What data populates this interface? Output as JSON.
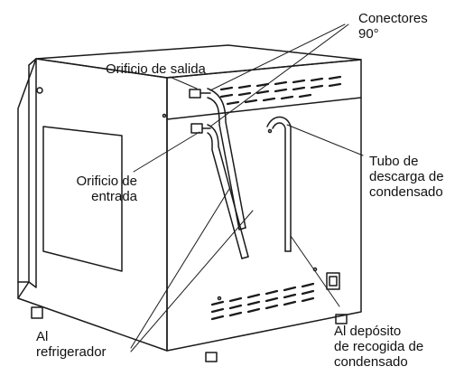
{
  "labels": {
    "conectores": "Conectores\n90°",
    "orificio_salida": "Orificio de salida",
    "orificio_entrada": "Orificio de\nentrada",
    "tubo_descarga": "Tubo de\ndescarga de\ncondensado",
    "al_refrigerador": "Al\nrefrigerador",
    "al_deposito": "Al depósito\nde recogida de\ncondensado"
  },
  "colors": {
    "line": "#1a1a1a",
    "background": "#ffffff"
  }
}
